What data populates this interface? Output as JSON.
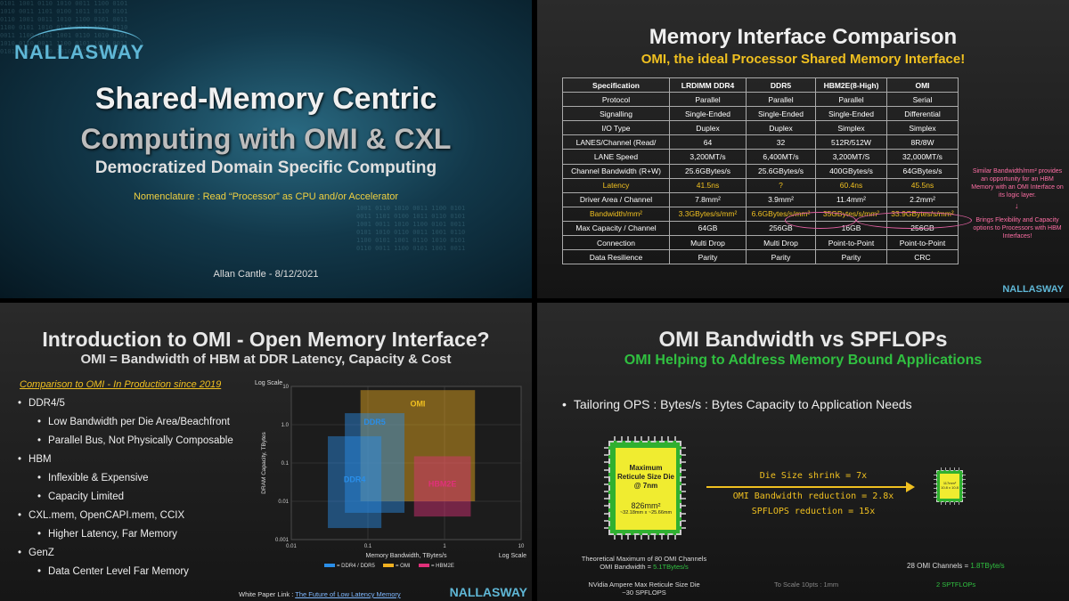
{
  "slide1": {
    "logo": "NALLASWAY",
    "title_line1": "Shared-Memory Centric",
    "title_line2": "Computing  with OMI & CXL",
    "subtitle": "Democratized Domain Specific Computing",
    "nomenclature": "Nomenclature : Read “Processor” as CPU and/or Accelerator",
    "author": "Allan Cantle - 8/12/2021"
  },
  "slide2": {
    "title": "Memory Interface Comparison",
    "subtitle": "OMI, the ideal Processor Shared Memory Interface!",
    "table": {
      "headers": [
        "Specification",
        "LRDIMM DDR4",
        "DDR5",
        "HBM2E(8-High)",
        "OMI"
      ],
      "rows": [
        [
          "Protocol",
          "Parallel",
          "Parallel",
          "Parallel",
          "Serial"
        ],
        [
          "Signalling",
          "Single-Ended",
          "Single-Ended",
          "Single-Ended",
          "Differential"
        ],
        [
          "I/O Type",
          "Duplex",
          "Duplex",
          "Simplex",
          "Simplex"
        ],
        [
          "LANES/Channel (Read/",
          "64",
          "32",
          "512R/512W",
          "8R/8W"
        ],
        [
          "LANE Speed",
          "3,200MT/s",
          "6,400MT/s",
          "3,200MT/S",
          "32,000MT/s"
        ],
        [
          "Channel Bandwidth (R+W)",
          "25.6GBytes/s",
          "25.6GBytes/s",
          "400GBytes/s",
          "64GBytes/s"
        ],
        [
          "Latency",
          "41.5ns",
          "?",
          "60.4ns",
          "45.5ns"
        ],
        [
          "Driver Area / Channel",
          "7.8mm²",
          "3.9mm²",
          "11.4mm²",
          "2.2mm²"
        ],
        [
          "Bandwidth/mm²",
          "3.3GBytes/s/mm²",
          "6.6GBytes/s/mm²",
          "35GBytes/s/mm²",
          "33.9GBytes/s/mm²"
        ],
        [
          "Max Capacity / Channel",
          "64GB",
          "256GB",
          "16GB",
          "256GB"
        ],
        [
          "Connection",
          "Multi Drop",
          "Multi Drop",
          "Point-to-Point",
          "Point-to-Point"
        ],
        [
          "Data Resilience",
          "Parity",
          "Parity",
          "Parity",
          "CRC"
        ]
      ],
      "highlight_rows": [
        6,
        8
      ]
    },
    "note1": "Similar Bandwidth/mm² provides an opportunity for an HBM Memory with an OMI Interface on its logic layer.",
    "note2": "Brings Flexibility and Capacity options to Processors with HBM Interfaces!",
    "logo": "NALLASWAY"
  },
  "slide3": {
    "title": "Introduction to OMI - Open Memory Interface?",
    "subtitle": "OMI = Bandwidth of HBM at DDR Latency, Capacity & Cost",
    "link": "Comparison to OMI - In Production since 2019",
    "bullets": [
      {
        "level": 1,
        "text": "DDR4/5"
      },
      {
        "level": 2,
        "text": "Low Bandwidth per Die Area/Beachfront"
      },
      {
        "level": 2,
        "text": "Parallel Bus, Not Physically Composable"
      },
      {
        "level": 1,
        "text": "HBM"
      },
      {
        "level": 2,
        "text": "Inflexible & Expensive"
      },
      {
        "level": 2,
        "text": "Capacity Limited"
      },
      {
        "level": 1,
        "text": "CXL.mem, OpenCAPI.mem, CCIX"
      },
      {
        "level": 2,
        "text": "Higher Latency, Far Memory"
      },
      {
        "level": 1,
        "text": "GenZ"
      },
      {
        "level": 2,
        "text": "Data Center Level Far Memory"
      }
    ],
    "paper_label": "White Paper Link :",
    "paper_link": "The Future of Low Latency Memory",
    "logo": "NALLASWAY"
  },
  "chart_data": {
    "type": "area",
    "title": "",
    "xlabel": "Memory Bandwidth, TBytes/s",
    "ylabel": "DRAM Capacity, TBytes",
    "x_scale_label": "Log Scale",
    "y_scale_label": "Log Scale",
    "x_scale": "log",
    "y_scale": "log",
    "xlim": [
      0.01,
      10
    ],
    "ylim": [
      0.001,
      10
    ],
    "x_ticks": [
      "0.01",
      "0.1",
      "1",
      "10"
    ],
    "y_ticks": [
      "0.001",
      "0.01",
      "0.1",
      "1.0",
      "10"
    ],
    "grid": true,
    "legend_position": "bottom",
    "legend": [
      {
        "name": "= DDR4 / DDR5",
        "color": "#2a8ee8"
      },
      {
        "name": "= OMI",
        "color": "#f0b020"
      },
      {
        "name": "= HBM2E",
        "color": "#e0307a"
      }
    ],
    "regions": [
      {
        "label": "OMI",
        "x_range": [
          0.08,
          2.5
        ],
        "y_range": [
          0.01,
          8
        ],
        "color": "#f0b020"
      },
      {
        "label": "DDR5",
        "x_range": [
          0.05,
          0.3
        ],
        "y_range": [
          0.005,
          2
        ],
        "color": "#2a8ee8"
      },
      {
        "label": "DDR4",
        "x_range": [
          0.03,
          0.15
        ],
        "y_range": [
          0.002,
          0.5
        ],
        "color": "#2a8ee8"
      },
      {
        "label": "HBM2E",
        "x_range": [
          0.4,
          2.2
        ],
        "y_range": [
          0.004,
          0.15
        ],
        "color": "#e0307a"
      }
    ]
  },
  "slide4": {
    "title": "OMI Bandwidth vs SPFLOPs",
    "subtitle": "OMI Helping to Address Memory Bound Applications",
    "bullet": "Tailoring OPS : Bytes/s : Bytes Capacity to Application Needs",
    "die_label": "Maximum Reticule Size Die @ 7nm",
    "die_area": "826mm²",
    "die_dims": "~32.18mm x ~25.66mm",
    "small_die_area": "117mm²",
    "small_die_dims": "10.8 x 10.8",
    "shrink1": "Die Size shrink = 7x",
    "shrink2": "OMI Bandwidth reduction = 2.8x",
    "shrink3": "SPFLOPS reduction = 15x",
    "cap1": "Theoretical Maximum of 80 OMI Channels",
    "cap1b": "OMI Bandwidth = ",
    "cap1b_val": "5.1TBytes/s",
    "cap2": "NVidia Ampere Max Reticule Size Die",
    "cap2b": "~30 SPFLOPS",
    "scale": "To Scale 10pts : 1mm",
    "omi28": "28 OMI Channels = ",
    "omi28_val": "1.8TByte/s",
    "sptf": "2 SPTFLOPs"
  },
  "colors": {
    "accent_yellow": "#f0c020",
    "brand_blue": "#5fb7d6",
    "green": "#30c040",
    "pink": "#ff6fa5"
  }
}
